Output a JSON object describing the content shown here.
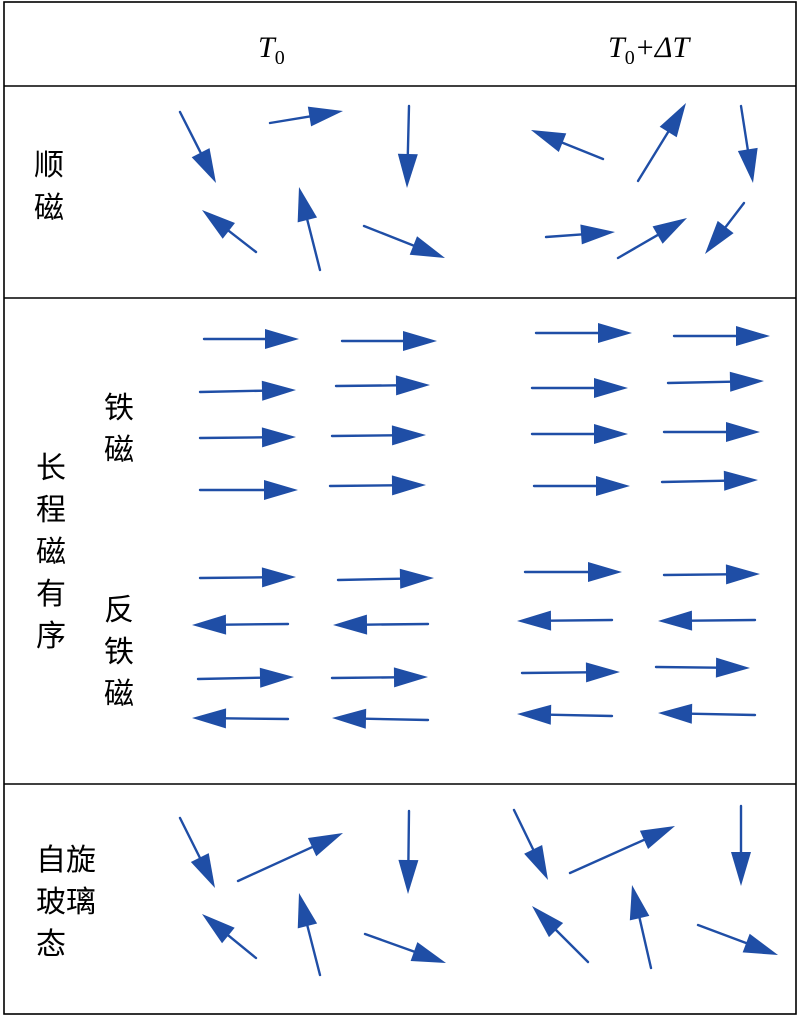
{
  "header": {
    "col1": {
      "base": "T",
      "sub": "0",
      "rest": ""
    },
    "col2": {
      "base": "T",
      "sub": "0",
      "rest": "+ΔT"
    }
  },
  "rows": {
    "paramagnetic": {
      "label": [
        "顺",
        "磁"
      ]
    },
    "long_range": {
      "label": [
        "长",
        "程",
        "磁",
        "有",
        "序"
      ],
      "ferro": {
        "label": [
          "铁",
          "磁"
        ]
      },
      "antiferro": {
        "label": [
          "反",
          "铁",
          "磁"
        ]
      }
    },
    "spin_glass": {
      "label": [
        "自旋",
        "玻璃",
        "态"
      ]
    }
  },
  "colors": {
    "arrow": "#1f4ea6",
    "lines": "#000000"
  }
}
